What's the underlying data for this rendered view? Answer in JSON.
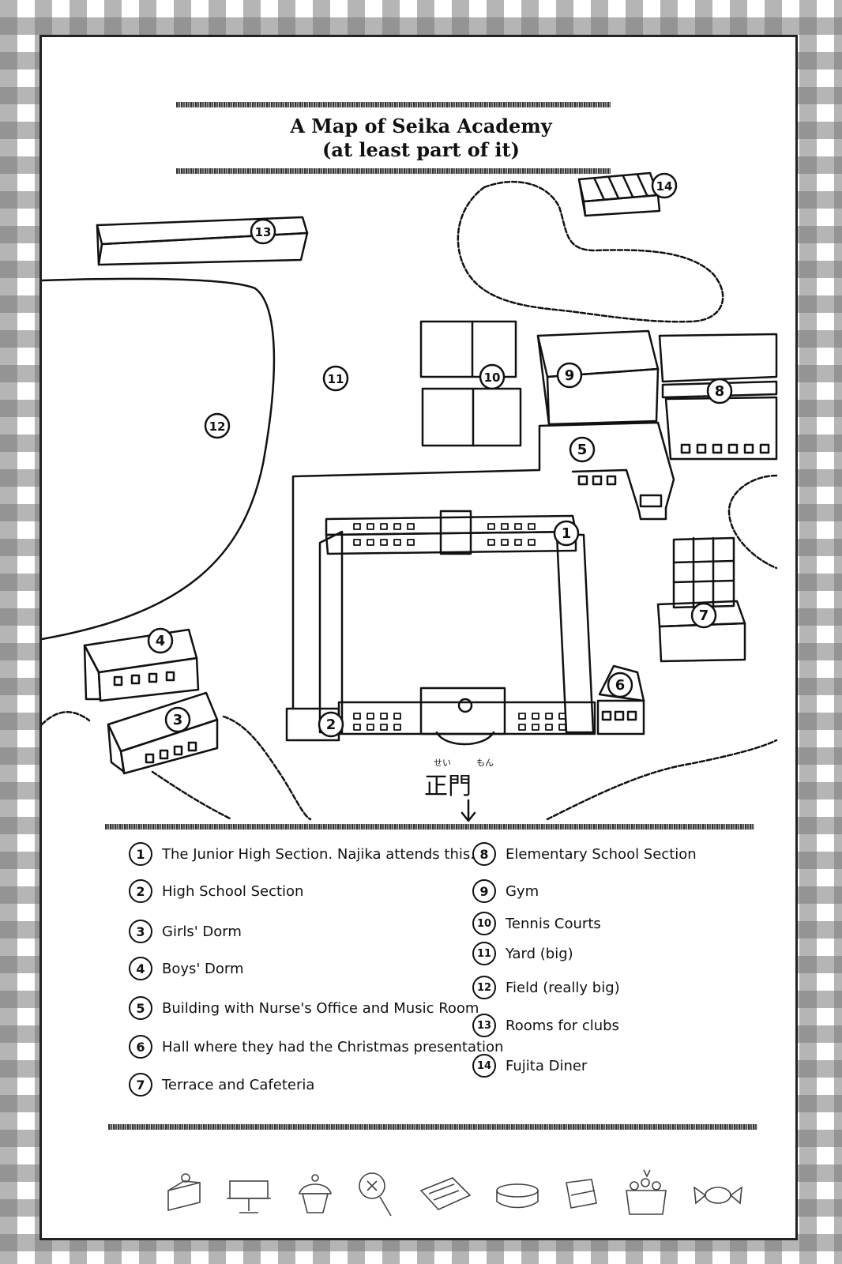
{
  "title": {
    "line1": "A Map of Seika Academy",
    "line2": "(at least part of it)"
  },
  "gate": {
    "kanji": "正門",
    "furigana_1": "せい",
    "furigana_2": "もん"
  },
  "markers": [
    "1",
    "2",
    "3",
    "4",
    "5",
    "6",
    "7",
    "8",
    "9",
    "10",
    "11",
    "12",
    "13",
    "14"
  ],
  "legend": [
    {
      "num": "1",
      "text": "The Junior High Section. Najika attends this."
    },
    {
      "num": "2",
      "text": "High School Section"
    },
    {
      "num": "3",
      "text": "Girls' Dorm"
    },
    {
      "num": "4",
      "text": "Boys' Dorm"
    },
    {
      "num": "5",
      "text": "Building with Nurse's Office and Music Room"
    },
    {
      "num": "6",
      "text": "Hall where they had the Christmas presentation"
    },
    {
      "num": "7",
      "text": "Terrace and Cafeteria"
    },
    {
      "num": "8",
      "text": "Elementary School Section"
    },
    {
      "num": "9",
      "text": "Gym"
    },
    {
      "num": "10",
      "text": "Tennis Courts"
    },
    {
      "num": "11",
      "text": "Yard (big)"
    },
    {
      "num": "12",
      "text": "Field (really big)"
    },
    {
      "num": "13",
      "text": "Rooms for clubs"
    },
    {
      "num": "14",
      "text": "Fujita Diner"
    }
  ],
  "icons": [
    "cake-icon",
    "cake-stand-icon",
    "cupcake-icon",
    "lollipop-icon",
    "chocolate-bar-icon",
    "pancake-icon",
    "cookie-icon",
    "fruit-cake-icon",
    "wrapped-candy-icon"
  ]
}
